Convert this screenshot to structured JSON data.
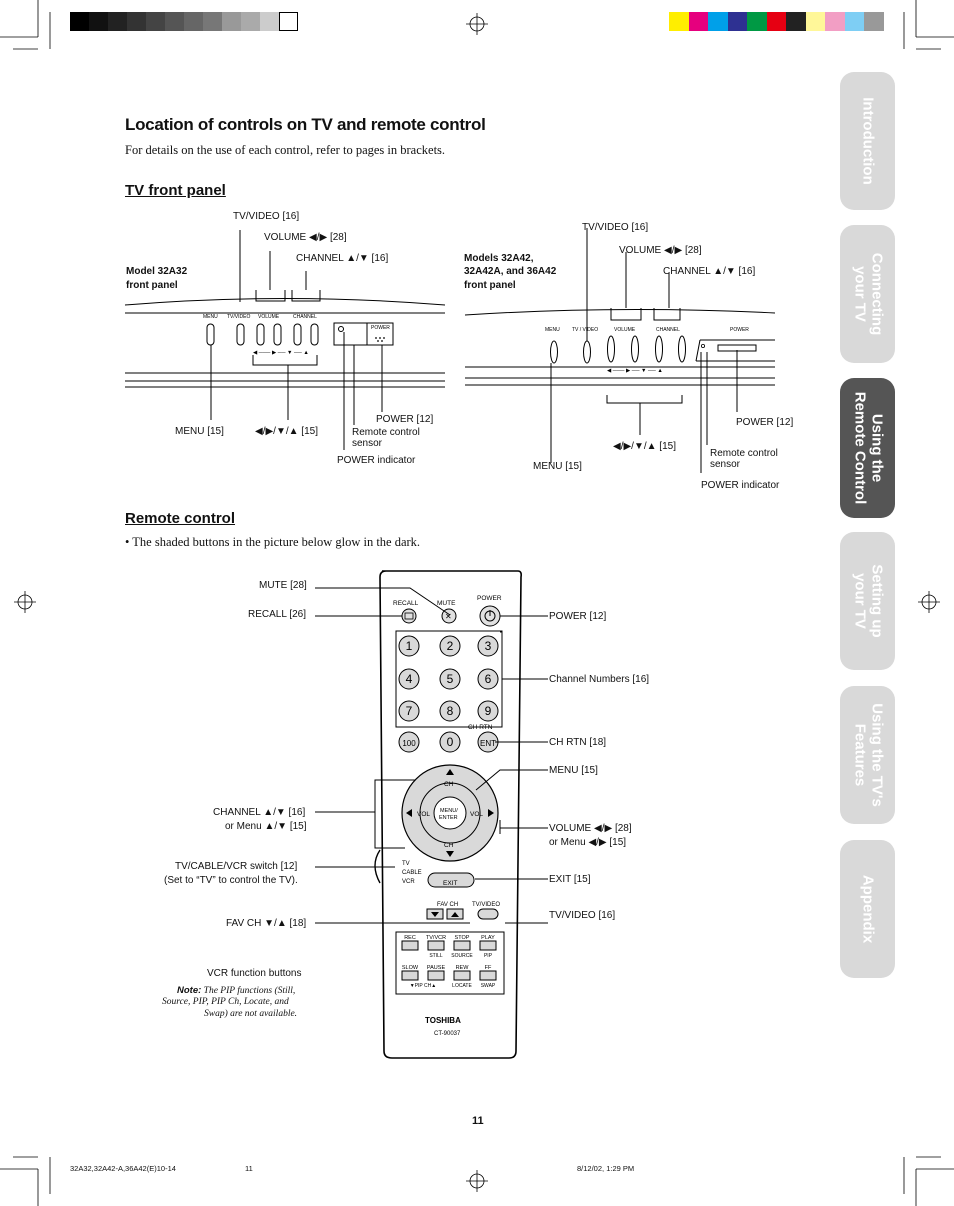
{
  "colors": {
    "gray_bar": [
      "#000000",
      "#111111",
      "#222222",
      "#333333",
      "#444444",
      "#555555",
      "#666666",
      "#777777",
      "#999999",
      "#aaaaaa",
      "#cccccc",
      "#ffffff"
    ],
    "color_bar": [
      "#ffee00",
      "#e6007e",
      "#00a0e9",
      "#2e3192",
      "#009944",
      "#e60012",
      "#222222",
      "#fff799",
      "#f29ec4",
      "#7ecef4",
      "#999999"
    ],
    "tab_inactive": "#d9d9d9",
    "tab_active": "#555555"
  },
  "tabs": [
    {
      "lines": [
        "Introduction"
      ]
    },
    {
      "lines": [
        "Connecting",
        "your TV"
      ]
    },
    {
      "lines": [
        "Using the",
        "Remote Control"
      ]
    },
    {
      "lines": [
        "Setting up",
        "your TV"
      ]
    },
    {
      "lines": [
        "Using the TV's",
        "Features"
      ]
    },
    {
      "lines": [
        "Appendix"
      ]
    }
  ],
  "page": {
    "title": "Location of controls on TV and remote control",
    "intro": "For details on the use of each control, refer to pages in brackets.",
    "tv_front_heading": "TV front panel",
    "remote_heading": "Remote control",
    "remote_note": "• The shaded buttons in the picture below glow in the dark.",
    "page_number": "11"
  },
  "panel_a": {
    "model_line1": "Model 32A32",
    "model_line2": "front panel",
    "tvvideo": "TV/VIDEO [16]",
    "volume": "VOLUME ◀/▶ [28]",
    "channel": "CHANNEL ▲/▼ [16]",
    "menu": "MENU [15]",
    "arrows": "◀/▶/▼/▲ [15]",
    "power": "POWER [12]",
    "sensor1": "Remote control",
    "sensor2": "sensor",
    "indicator": "POWER indicator",
    "lbl_menu": "MENU",
    "lbl_tvvideo": "TV/VIDEO",
    "lbl_volume": "VOLUME",
    "lbl_channel": "CHANNEL",
    "lbl_power": "POWER"
  },
  "panel_b": {
    "model_line1": "Models 32A42,",
    "model_line2": "32A42A, and 36A42",
    "model_line3": "front panel",
    "tvvideo": "TV/VIDEO [16]",
    "volume": "VOLUME ◀/▶ [28]",
    "channel": "CHANNEL ▲/▼ [16]",
    "arrows": "◀/▶/▼/▲ [15]",
    "menu": "MENU [15]",
    "power": "POWER [12]",
    "sensor1": "Remote control",
    "sensor2": "sensor",
    "indicator": "POWER indicator",
    "lbl_menu": "MENU",
    "lbl_tvvideo": "TV / VIDEO",
    "lbl_volume": "VOLUME",
    "lbl_channel": "CHANNEL",
    "lbl_power": "POWER"
  },
  "remote": {
    "recall": "RECALL",
    "mute": "MUTE",
    "power": "POWER",
    "keys": [
      "1",
      "2",
      "3",
      "4",
      "5",
      "6",
      "7",
      "8",
      "9",
      "100",
      "0",
      "ENT"
    ],
    "ch_rtn": "CH RTN",
    "ch": "CH",
    "vol": "VOL",
    "menu1": "MENU/",
    "menu2": "ENTER",
    "sw_tv": "TV",
    "sw_cable": "CABLE",
    "sw_vcr": "VCR",
    "exit": "EXIT",
    "fav_ch": "FAV CH",
    "tv_video": "TV/VIDEO",
    "vcr_top": [
      "REC",
      "TV/VCR",
      "STOP",
      "PLAY"
    ],
    "vcr_mid": [
      "STILL",
      "SOURCE",
      "PIP"
    ],
    "vcr_top2": [
      "SLOW",
      "PAUSE",
      "REW",
      "FF"
    ],
    "vcr_bot": [
      "▼PIP CH▲",
      "LOCATE",
      "SWAP"
    ],
    "brand": "TOSHIBA",
    "model": "CT-90037"
  },
  "callouts": {
    "mute": "MUTE [28]",
    "recall": "RECALL [26]",
    "power": "POWER [12]",
    "channel_numbers": "Channel Numbers [16]",
    "ch_rtn": "CH RTN [18]",
    "menu": "MENU [15]",
    "channel1": "CHANNEL ▲/▼ [16]",
    "channel2": "or Menu ▲/▼ [15]",
    "volume1": "VOLUME ◀/▶ [28]",
    "volume2": "or Menu ◀/▶ [15]",
    "switch1": "TV/CABLE/VCR switch [12]",
    "switch2": "(Set to “TV” to control the TV).",
    "exit": "EXIT [15]",
    "fav": "FAV CH ▼/▲ [18]",
    "tvvideo": "TV/VIDEO [16]",
    "vcr": "VCR function buttons",
    "note_label": "Note:",
    "note1": "The PIP functions (Still,",
    "note2": "Source, PIP, PIP Ch, Locate, and",
    "note3": "Swap) are not available."
  },
  "footer": {
    "file": "32A32,32A42-A,36A42(E)10-14",
    "page": "11",
    "date": "8/12/02, 1:29 PM"
  }
}
